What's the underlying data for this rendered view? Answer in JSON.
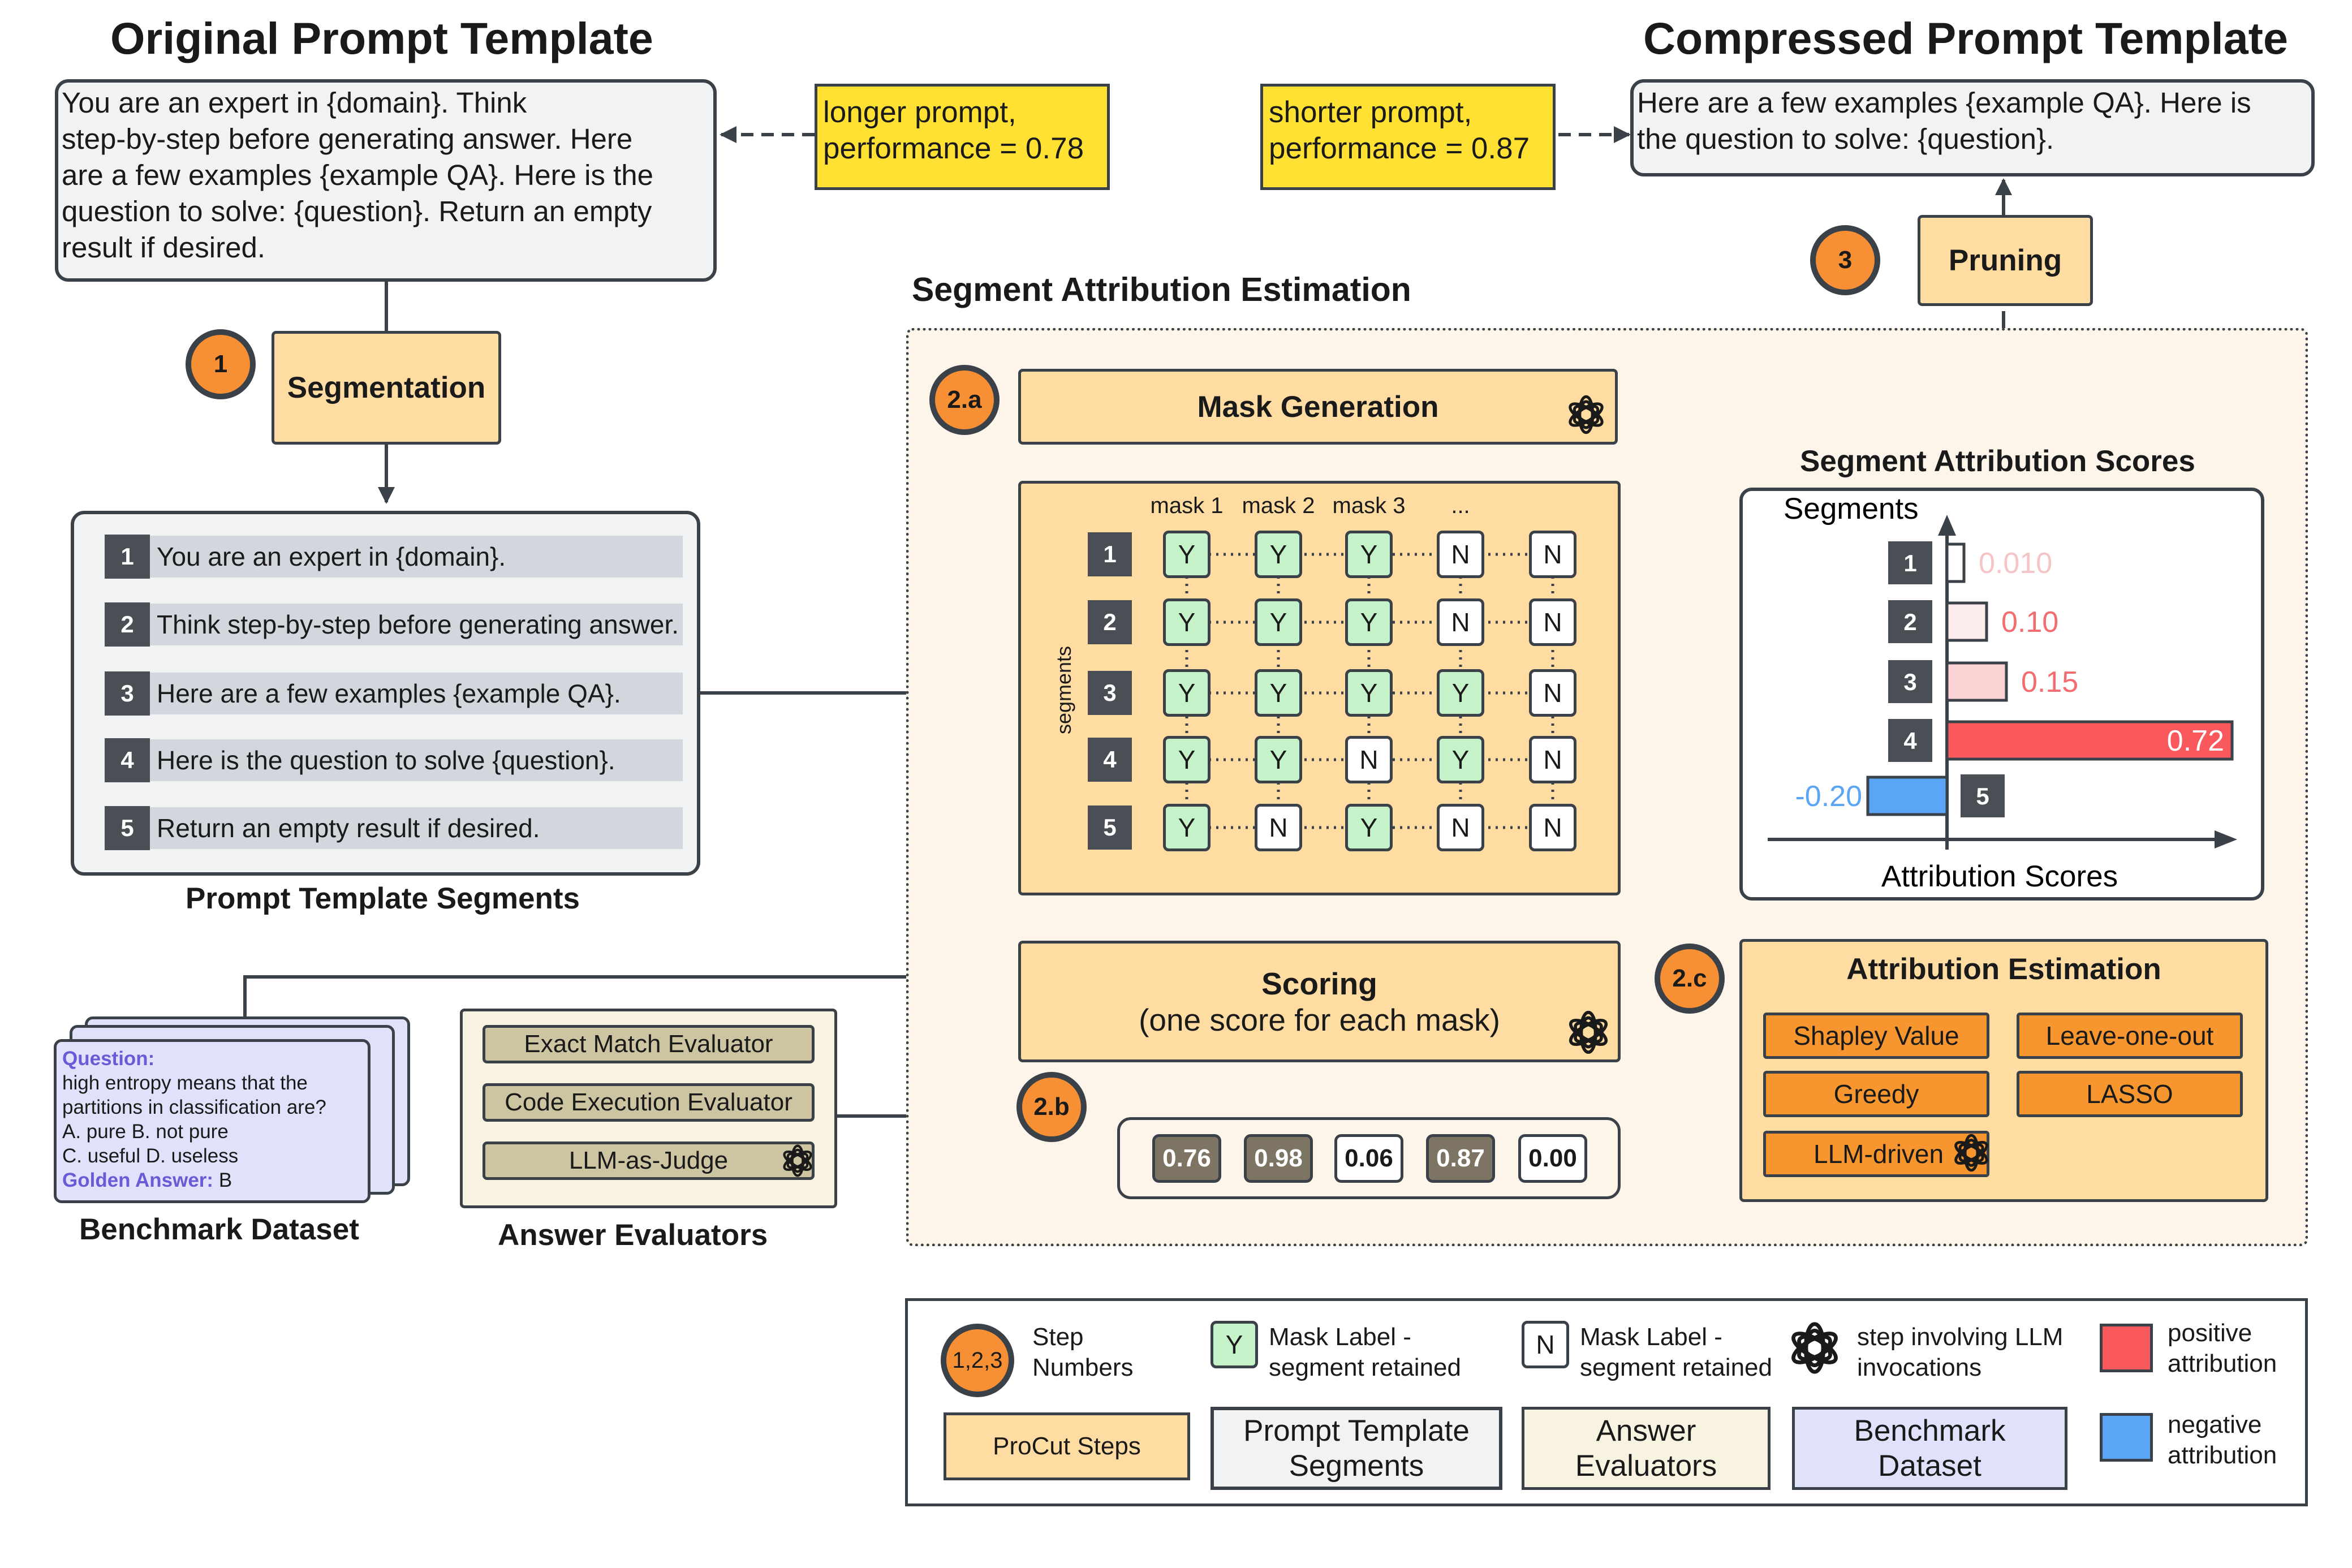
{
  "titles": {
    "original": "Original Prompt Template",
    "compressed": "Compressed Prompt Template",
    "segment_attribution_estimation": "Segment Attribution Estimation",
    "segment_attribution_scores": "Segment Attribution Scores",
    "prompt_template_segments": "Prompt Template Segments",
    "benchmark_dataset": "Benchmark Dataset",
    "answer_evaluators": "Answer Evaluators"
  },
  "original_template": {
    "lines": [
      "You are an expert in {domain}. Think",
      "step-by-step before generating answer. Here",
      "are a few examples {example QA}. Here is the",
      "question to solve:  {question}. Return an empty",
      "result if desired."
    ]
  },
  "compressed_template": {
    "lines": [
      "Here are a few examples {example QA}. Here is",
      "the question to solve:  {question}."
    ]
  },
  "notes": {
    "longer": [
      "longer prompt,",
      "performance = 0.78"
    ],
    "shorter": [
      "shorter prompt,",
      "performance = 0.87"
    ]
  },
  "steps": {
    "segmentation": "Segmentation",
    "pruning": "Pruning",
    "mask_generation": "Mask Generation",
    "scoring_title": "Scoring",
    "scoring_sub": "(one score for each mask)",
    "attribution_estimation": "Attribution Estimation"
  },
  "step_numbers": {
    "s1": "1",
    "s2a": "2.a",
    "s2b": "2.b",
    "s2c": "2.c",
    "s3": "3"
  },
  "segments": [
    {
      "num": "1",
      "text": "You are an expert in {domain}."
    },
    {
      "num": "2",
      "text": "Think step-by-step before generating answer."
    },
    {
      "num": "3",
      "text": "Here are a few examples {example QA}."
    },
    {
      "num": "4",
      "text": "Here is the question to solve {question}."
    },
    {
      "num": "5",
      "text": "Return an empty result if desired."
    }
  ],
  "mask_matrix": {
    "column_labels": [
      "mask 1",
      "mask 2",
      "mask 3",
      "..."
    ],
    "axis_label": "segments",
    "row_labels": [
      "1",
      "2",
      "3",
      "4",
      "5"
    ],
    "cells": [
      [
        "Y",
        "Y",
        "Y",
        "N",
        "N"
      ],
      [
        "Y",
        "Y",
        "Y",
        "N",
        "N"
      ],
      [
        "Y",
        "Y",
        "Y",
        "Y",
        "N"
      ],
      [
        "Y",
        "Y",
        "N",
        "Y",
        "N"
      ],
      [
        "Y",
        "N",
        "Y",
        "N",
        "N"
      ]
    ]
  },
  "scores": [
    "0.76",
    "0.98",
    "0.06",
    "0.87",
    "0.00"
  ],
  "evaluators": [
    "Exact Match Evaluator",
    "Code Execution Evaluator",
    "LLM-as-Judge"
  ],
  "benchmark": {
    "question_label": "Question:",
    "question_lines": [
      "high entropy means that the",
      "partitions in classification are?",
      "A. pure B. not pure",
      "C. useful D. useless"
    ],
    "answer_label": "Golden Answer:",
    "answer": "B"
  },
  "attribution_methods": [
    "Shapley Value",
    "Leave-one-out",
    "Greedy",
    "LASSO",
    "LLM-driven"
  ],
  "chart_data": {
    "type": "bar",
    "orientation": "horizontal",
    "categories": [
      "1",
      "2",
      "3",
      "4",
      "5"
    ],
    "values": [
      0.01,
      0.1,
      0.15,
      0.72,
      -0.2
    ],
    "value_labels": [
      "0.010",
      "0.10",
      "0.15",
      "0.72",
      "-0.20"
    ],
    "ylabel": "Segments",
    "xlabel": "Attribution Scores",
    "xlim": [
      -0.28,
      0.72
    ],
    "colors": {
      "positive": "#f9585d",
      "negative": "#5aa5f5"
    },
    "grid": false
  },
  "legend": {
    "step_numbers_circle": "1,2,3",
    "step_numbers_text": [
      "Step",
      "Numbers"
    ],
    "y_label_box": "Y",
    "y_label_text": [
      "Mask Label -",
      "segment retained"
    ],
    "n_label_box": "N",
    "n_label_text": [
      "Mask Label -",
      "segment retained"
    ],
    "llm_text": [
      "step involving LLM",
      "invocations"
    ],
    "positive_text": [
      "positive",
      "attribution"
    ],
    "negative_text": [
      "negative",
      "attribution"
    ],
    "procut_steps": "ProCut Steps",
    "prompt_template_segments": [
      "Prompt Template",
      "Segments"
    ],
    "answer_evaluators": [
      "Answer",
      "Evaluators"
    ],
    "benchmark_dataset": [
      "Benchmark",
      "Dataset"
    ]
  },
  "colors": {
    "step_fill": "#fedca2",
    "step_circle": "#f79034",
    "note_yellow": "#fee133",
    "mask_yes": "#c5f2c9",
    "evaluator_fill": "#cdc4a2",
    "method_fill": "#f7962e",
    "benchmark_fill": "#e0e2fb",
    "question_label": "#6c59d6"
  }
}
